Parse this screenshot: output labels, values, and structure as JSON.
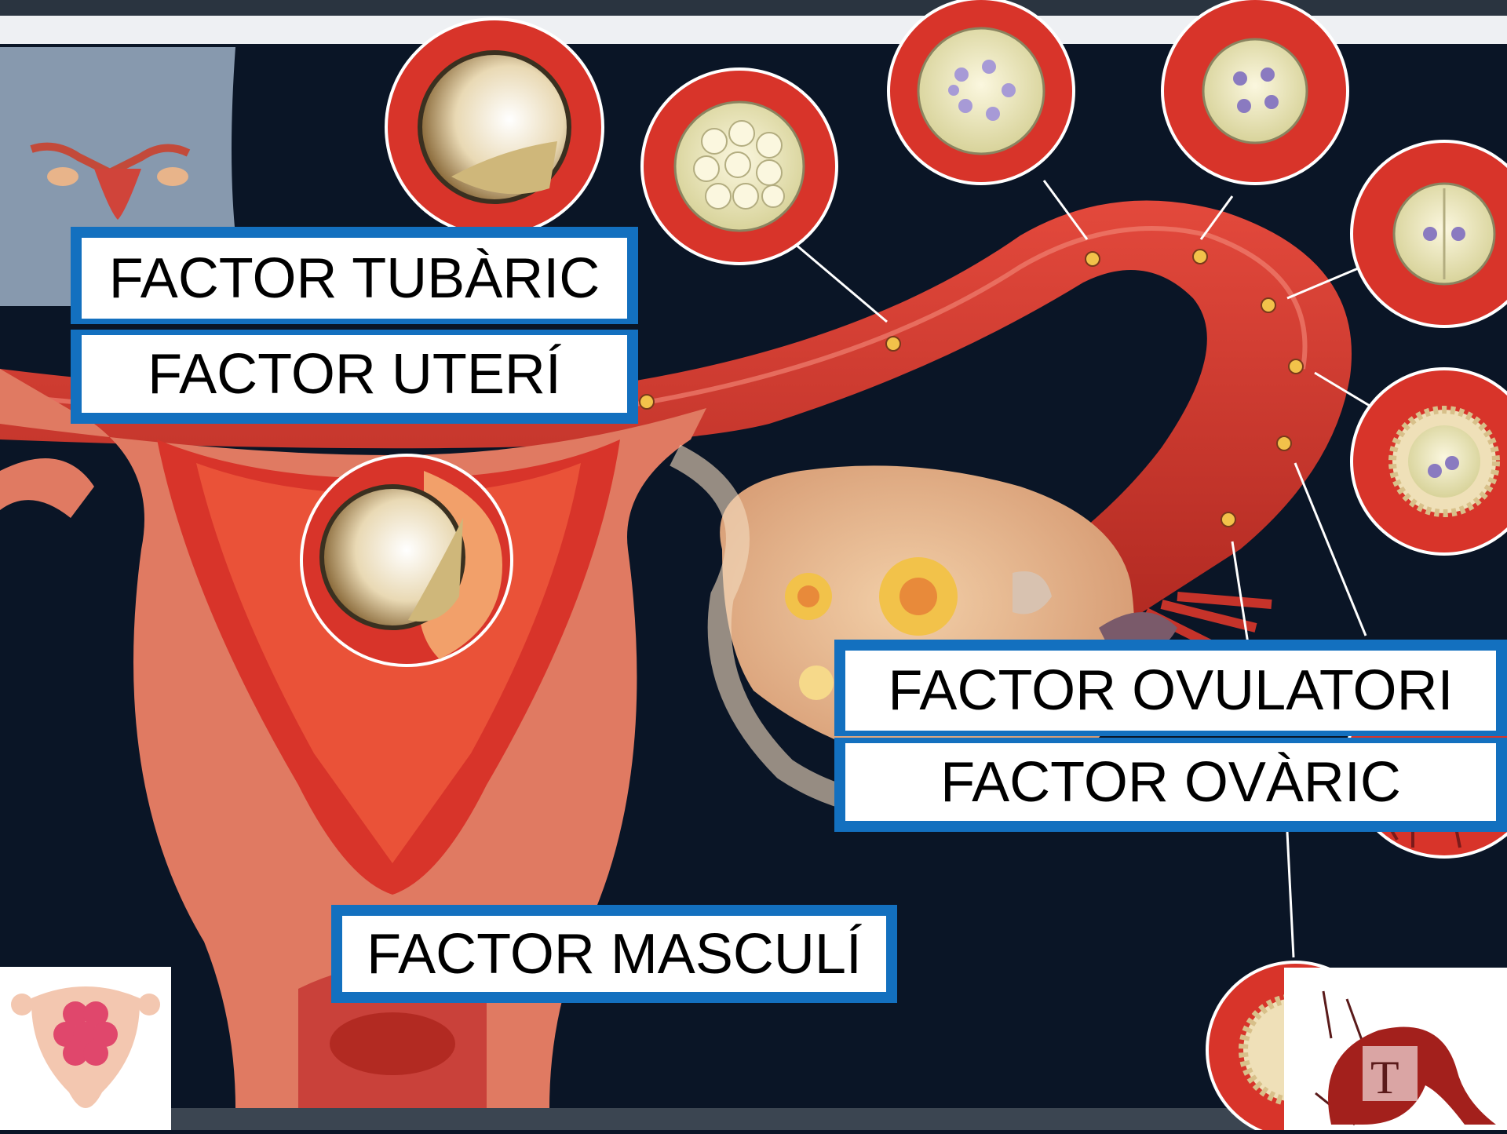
{
  "labels": {
    "tubaric": "FACTOR TUBÀRIC",
    "uteri": "FACTOR UTERÍ",
    "ovulatori": "FACTOR OVULATORI",
    "ovaric": "FACTOR OVÀRIC",
    "masculi": "FACTOR MASCULÍ"
  },
  "colors": {
    "background": "#0a1526",
    "box_border": "#1370bf",
    "tissue_red": "#d8342a",
    "tissue_light": "#e87a66",
    "ovary": "#e8b48a",
    "cell": "#e8e4b8"
  },
  "icons": {
    "left_logo": "embryo-uterus-icon",
    "right_logo": "university-seal-icon"
  }
}
